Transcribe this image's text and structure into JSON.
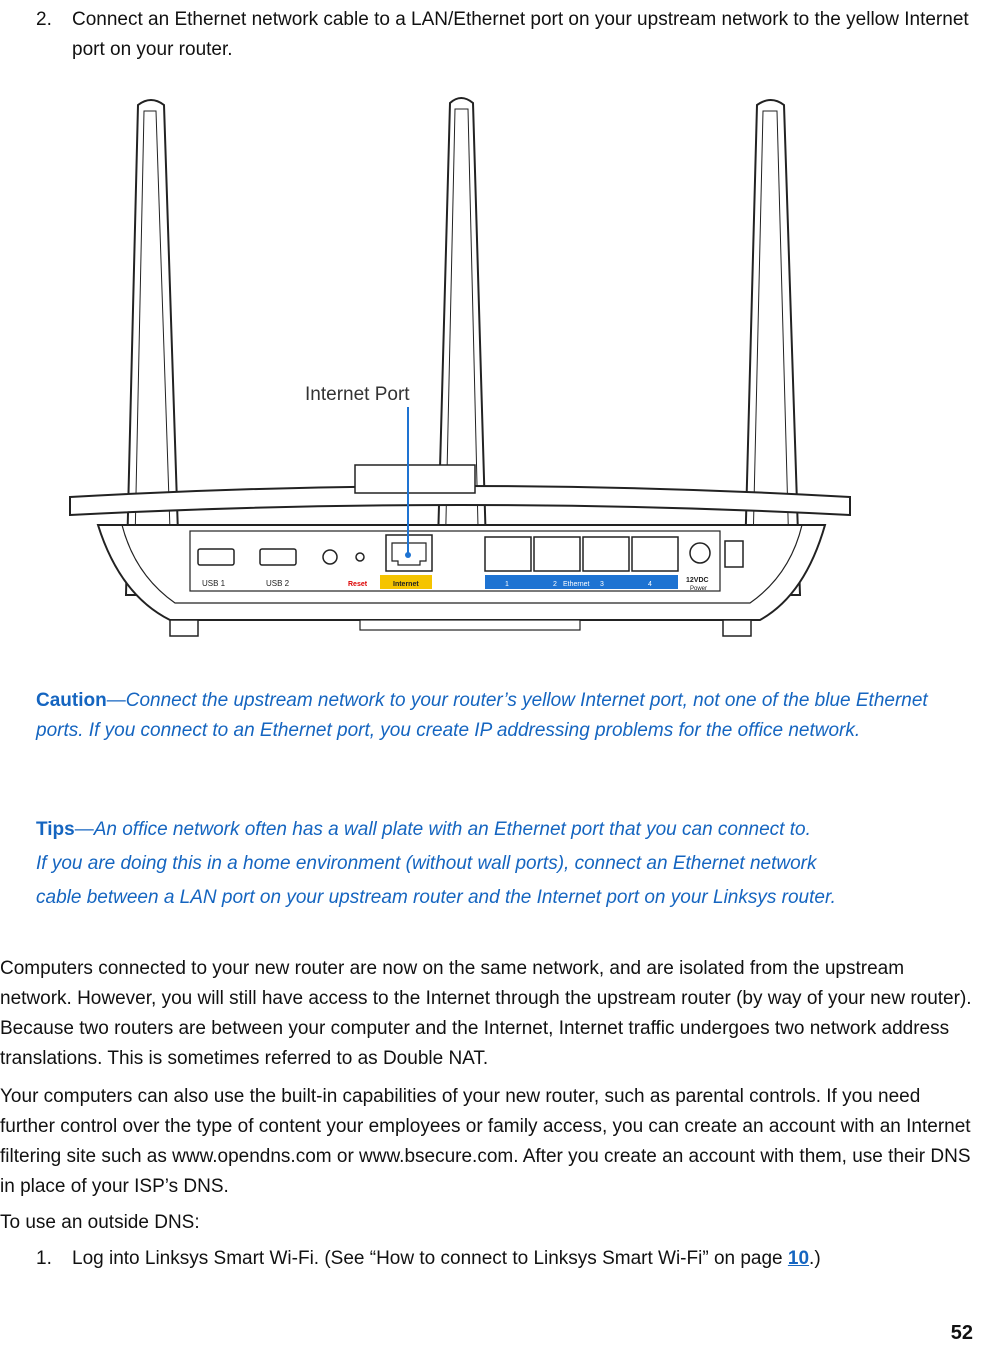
{
  "step2": {
    "number": "2.",
    "text": "Connect an Ethernet network cable to a LAN/Ethernet port on your upstream network to the yellow Internet port on your router."
  },
  "figure": {
    "callout_label": "Internet Port",
    "port_labels": {
      "usb1": "USB 1",
      "usb2": "USB 2",
      "reset": "Reset",
      "internet": "Internet",
      "eth1": "1",
      "eth2": "2",
      "ethernet": "Ethernet",
      "eth3": "3",
      "eth4": "4",
      "power_volts": "12VDC",
      "power": "Power"
    },
    "colors": {
      "internet_strip": "#f5c400",
      "ethernet_strip": "#1e73d2",
      "callout_line": "#1e73d2"
    }
  },
  "caution": {
    "lead": "Caution",
    "dash": "—",
    "text": "Connect the upstream network to your router’s yellow Internet port, not one of the blue Ethernet ports. If you connect to an Ethernet port, you create IP addressing problems for the office network."
  },
  "tips": {
    "lead": "Tips",
    "dash": "—",
    "line1": "An office network often has a wall plate with an Ethernet port that you can connect to.",
    "line2": "If you are doing this in a home environment (without wall ports), connect an Ethernet network",
    "line3": "cable between a LAN port on your upstream router and the Internet port on your Linksys router."
  },
  "paragraphs": {
    "p1": "Computers connected to your new router are now on the same network, and are isolated from the upstream network. However, you will still have access to the Internet through the upstream router (by way of your new router). Because two routers are between your computer and the Internet, Internet traffic undergoes two network address translations. This is sometimes referred to as Double NAT.",
    "p2": "Your computers can also use the built-in capabilities of your new router, such as parental controls. If you need further control over the type of content your employees or family access, you can create an account with an Internet filtering site such as www.opendns.com or www.bsecure.com. After you create an account with them, use their DNS in place of your ISP’s DNS.",
    "p3": "To use an outside DNS:"
  },
  "step1": {
    "number": "1.",
    "text_before": "Log into Linksys Smart Wi-Fi. (See “How to connect to Linksys Smart Wi-Fi” on page ",
    "link": "10",
    "text_after": ".)"
  },
  "page_number": "52"
}
